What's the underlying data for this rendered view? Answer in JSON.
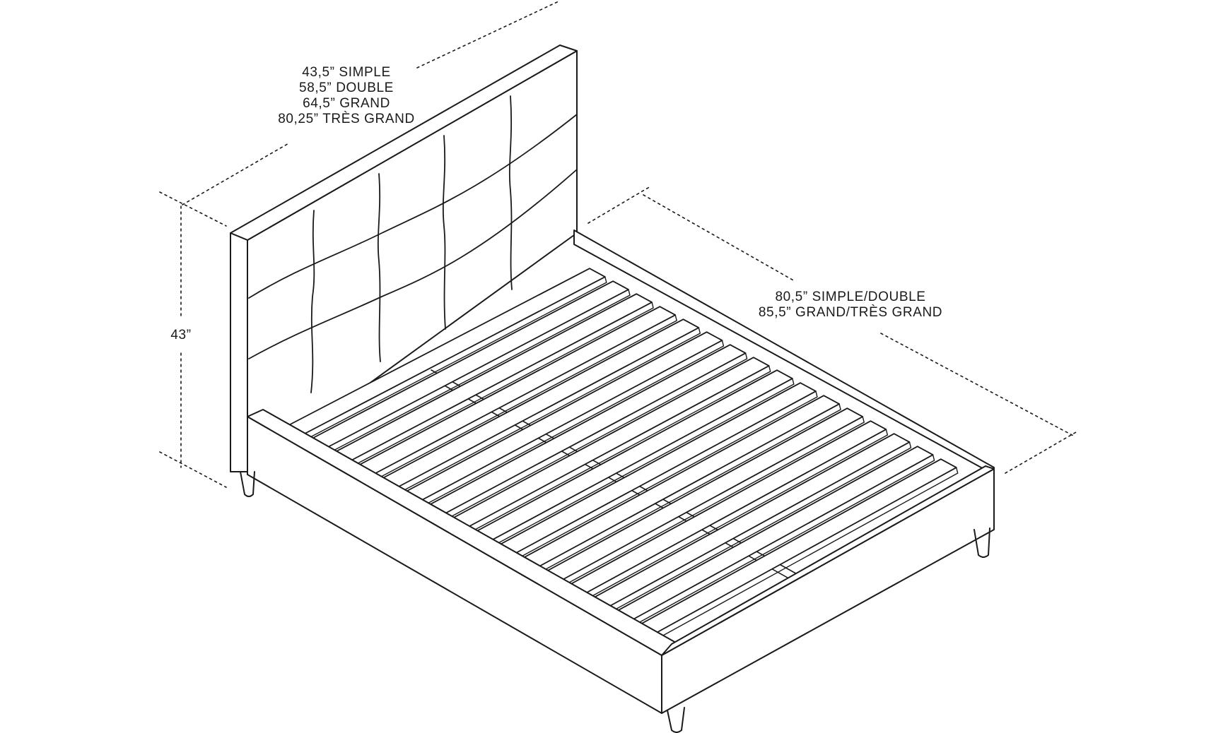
{
  "dimensions": {
    "width": {
      "lines": [
        "43,5” SIMPLE",
        "58,5” DOUBLE",
        "64,5” GRAND",
        "80,25” TRÈS GRAND"
      ]
    },
    "height": {
      "label": "43”"
    },
    "length": {
      "lines": [
        "80,5” SIMPLE/DOUBLE",
        "85,5” GRAND/TRÈS GRAND"
      ]
    }
  },
  "colors": {
    "line": "#1a1a1a",
    "background": "#ffffff"
  },
  "slat_count": 16
}
